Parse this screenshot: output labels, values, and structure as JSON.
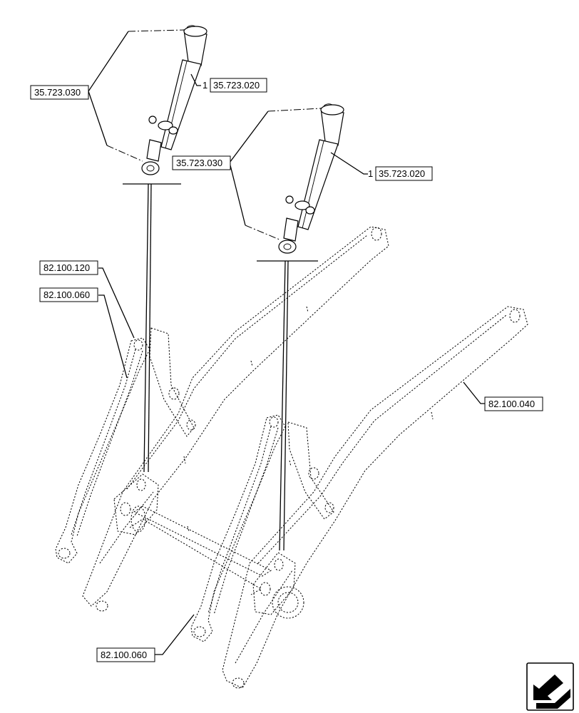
{
  "callouts": {
    "cyl_left_ref": "35.723.030",
    "cyl_left_item": "1",
    "cyl_left_part": "35.723.020",
    "cyl_right_ref": "35.723.030",
    "cyl_right_item": "1",
    "cyl_right_part": "35.723.020",
    "arm_left_ref_a": "82.100.120",
    "arm_left_ref_b": "82.100.060",
    "arm_right_ref": "82.100.040",
    "bottom_ref": "82.100.060"
  },
  "nav_icon": {
    "name": "next-page-arrow-icon"
  }
}
